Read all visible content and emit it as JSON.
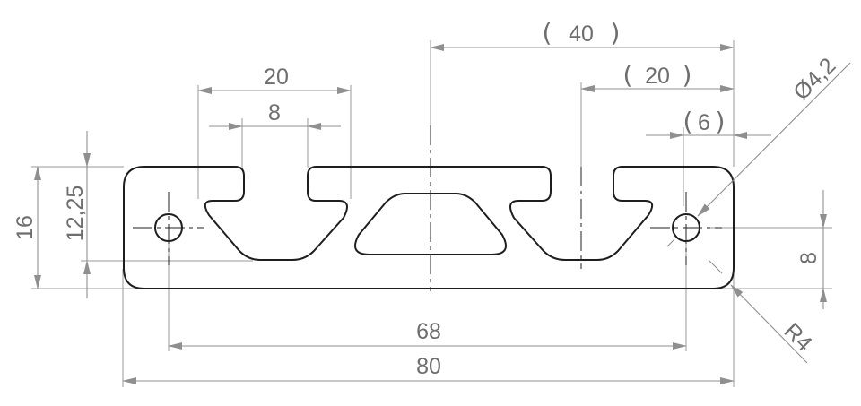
{
  "dimensions": {
    "width_overall": "80",
    "hole_pitch": "68",
    "slot_width": "20",
    "slot_opening": "8",
    "half_width": "40",
    "edge_to_slot_center": "20",
    "edge_to_hole_center": "6",
    "hole_diameter": "Ø4,2",
    "height_overall": "16",
    "height_to_slot_bottom": "12,25",
    "hole_height": "8",
    "corner_radius": "R4"
  },
  "reference_paren_open": "(",
  "reference_paren_close": ")",
  "colors": {
    "outline": "#1e1e1e",
    "dimension": "#8f8f8f",
    "text": "#6e6e6e"
  }
}
